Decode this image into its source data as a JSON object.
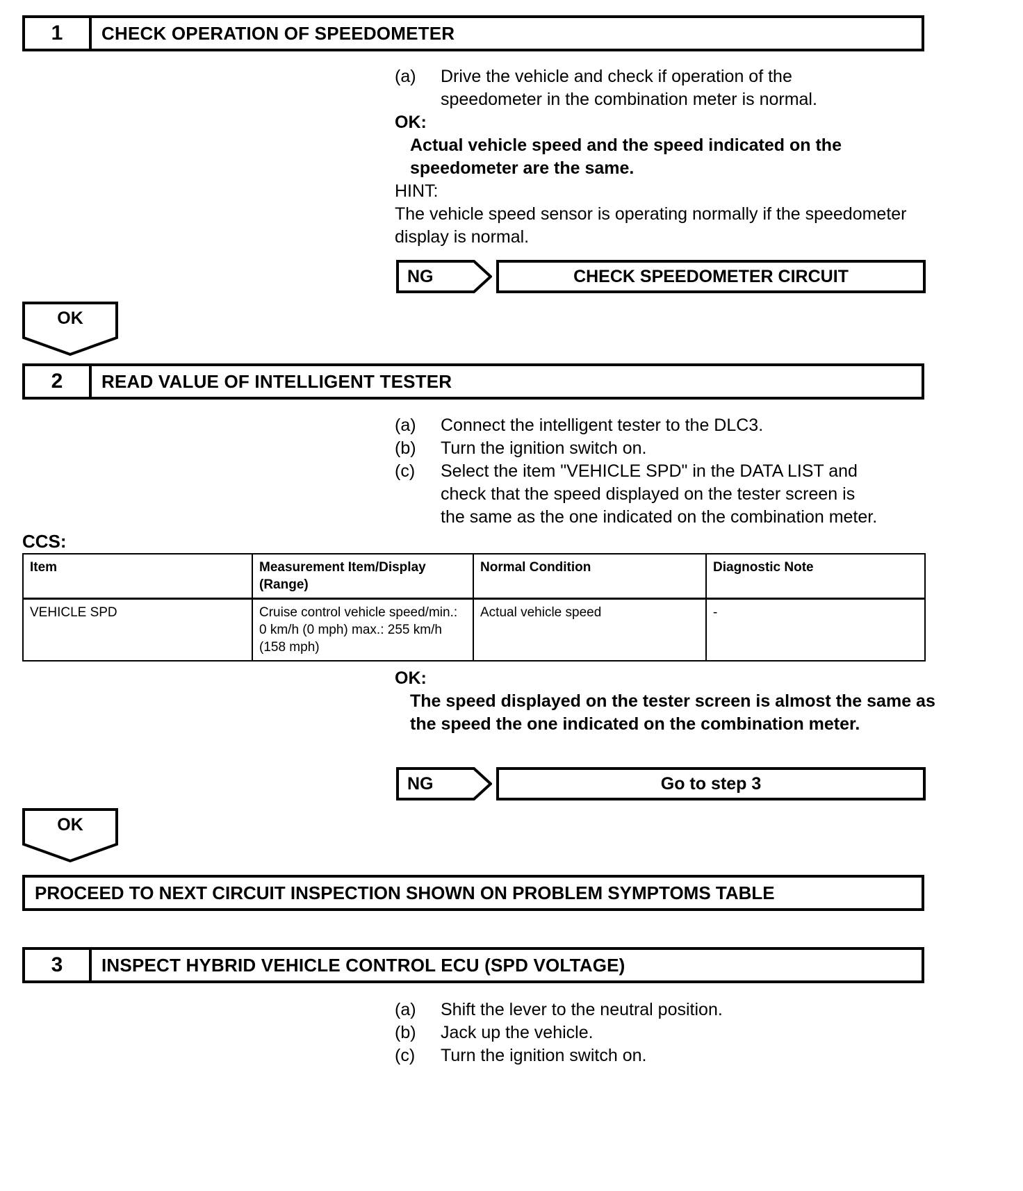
{
  "steps": [
    {
      "number": "1",
      "title": "CHECK OPERATION OF SPEEDOMETER",
      "instructions": [
        {
          "label": "(a)",
          "text": "Drive the vehicle and check if operation of the\nspeedometer in the combination meter is normal."
        }
      ],
      "ok_label": "OK:",
      "ok_text": "Actual vehicle speed and the speed indicated on the\nspeedometer are the same.",
      "hint_label": "HINT:",
      "hint_text": "The vehicle speed sensor is operating normally if the\nspeedometer display is normal.",
      "ng_tag": "NG",
      "ng_result": "CHECK SPEEDOMETER CIRCUIT",
      "ok_tag": "OK"
    },
    {
      "number": "2",
      "title": "READ VALUE OF INTELLIGENT TESTER",
      "instructions": [
        {
          "label": "(a)",
          "text": "Connect the intelligent tester to the DLC3."
        },
        {
          "label": "(b)",
          "text": "Turn the ignition switch on."
        },
        {
          "label": "(c)",
          "text": "Select the item \"VEHICLE SPD\" in the DATA LIST and\ncheck that the speed displayed on the tester screen is\nthe same as the one indicated on the combination meter."
        }
      ],
      "ok_label": "OK:",
      "ok_text": "The speed displayed on the tester screen is almost the\nsame as the speed the one indicated on the\ncombination meter.",
      "ng_tag": "NG",
      "ng_result": "Go to step 3",
      "ok_tag": "OK"
    },
    {
      "number": "3",
      "title": "INSPECT HYBRID VEHICLE CONTROL ECU (SPD VOLTAGE)",
      "instructions": [
        {
          "label": "(a)",
          "text": "Shift the lever to the neutral position."
        },
        {
          "label": "(b)",
          "text": "Jack up the vehicle."
        },
        {
          "label": "(c)",
          "text": "Turn the ignition switch on."
        }
      ]
    }
  ],
  "ccs": {
    "caption": "CCS:",
    "headers": [
      "Item",
      "Measurement Item/Display\n(Range)",
      "Normal Condition",
      "Diagnostic Note"
    ],
    "rows": [
      {
        "item": "VEHICLE SPD",
        "measurement": "Cruise control vehicle speed/min.:\n0 km/h (0 mph) max.: 255 km/h\n(158 mph)",
        "normal_condition": "Actual vehicle speed",
        "diagnostic_note": "-"
      }
    ]
  },
  "banner": {
    "proceed_text": "PROCEED TO NEXT CIRCUIT INSPECTION SHOWN ON PROBLEM SYMPTOMS TABLE"
  }
}
